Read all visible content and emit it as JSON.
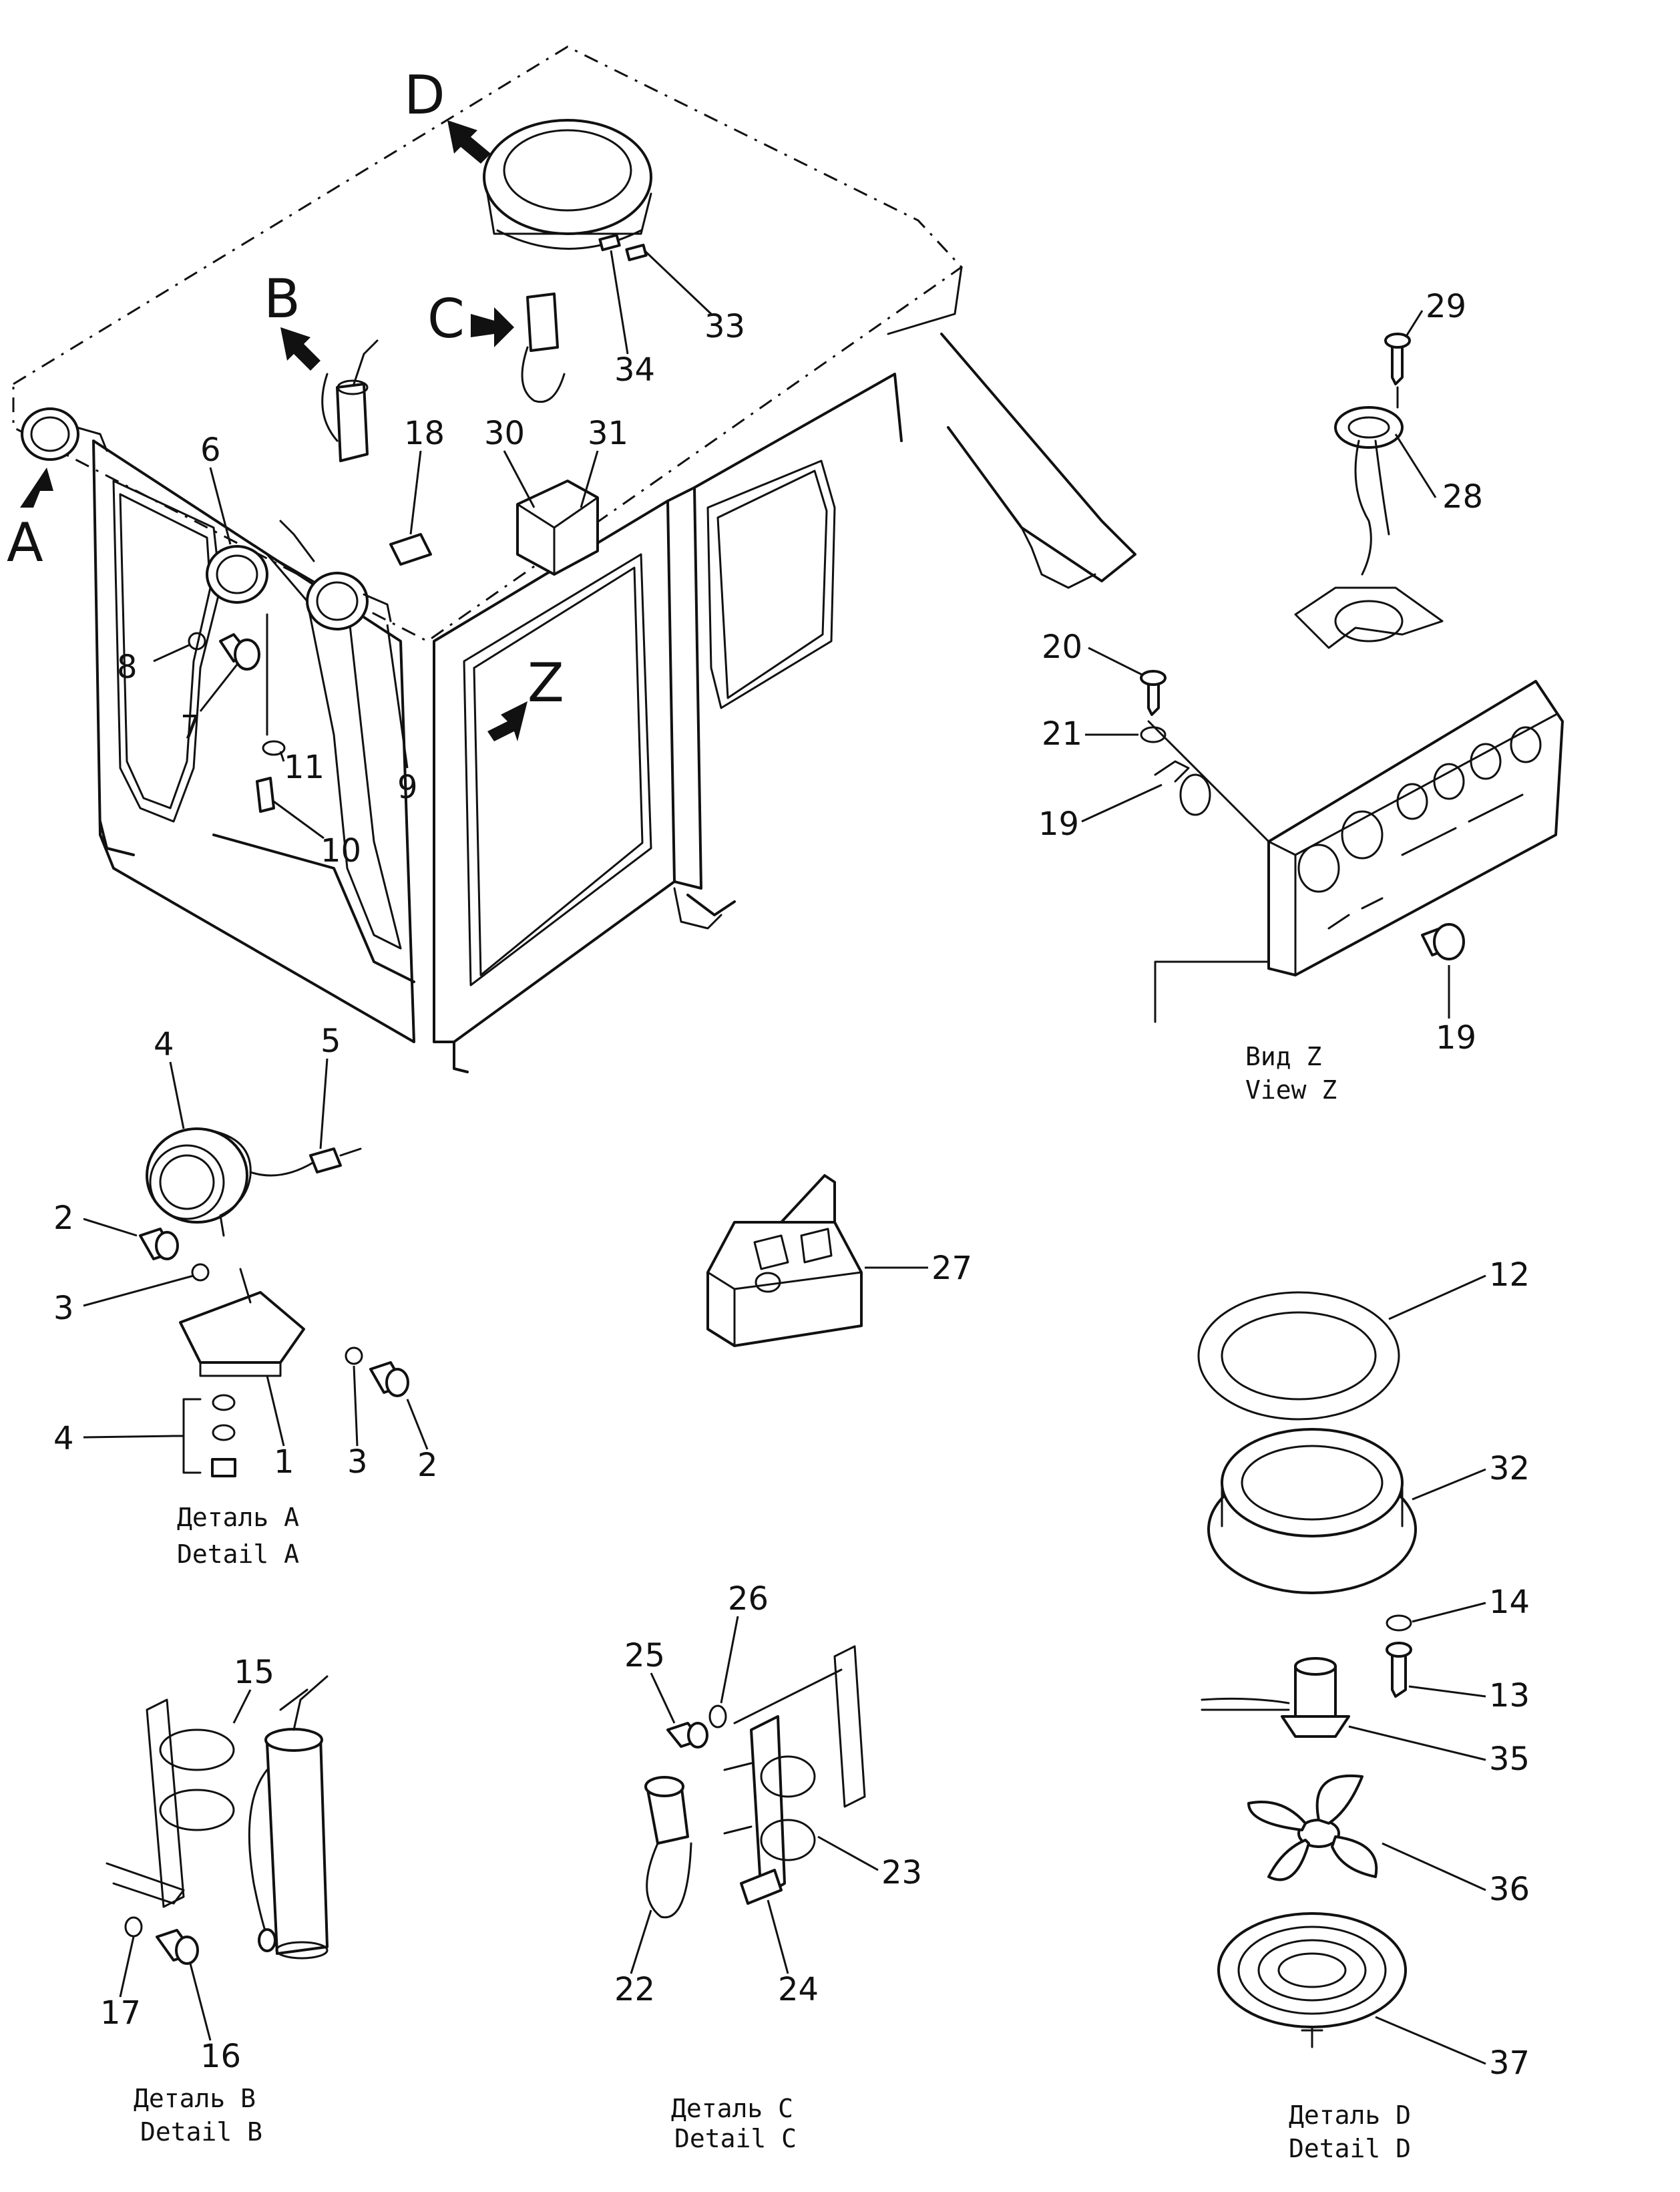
{
  "letters": {
    "A": "A",
    "B": "B",
    "C": "C",
    "D": "D",
    "Z": "Z"
  },
  "callouts": {
    "n1": "1",
    "n2": "2",
    "n2b": "2",
    "n3": "3",
    "n3b": "3",
    "n4": "4",
    "n4b": "4",
    "n5": "5",
    "n6": "6",
    "n7": "7",
    "n8": "8",
    "n9": "9",
    "n10": "10",
    "n11": "11",
    "n12": "12",
    "n13": "13",
    "n14": "14",
    "n15": "15",
    "n16": "16",
    "n17": "17",
    "n18": "18",
    "n19": "19",
    "n19b": "19",
    "n20": "20",
    "n21": "21",
    "n22": "22",
    "n23": "23",
    "n24": "24",
    "n25": "25",
    "n26": "26",
    "n27": "27",
    "n28": "28",
    "n29": "29",
    "n30": "30",
    "n31": "31",
    "n32": "32",
    "n33": "33",
    "n34": "34",
    "n35": "35",
    "n36": "36",
    "n37": "37"
  },
  "captions": {
    "view_z_ru": "Вид  Z",
    "view_z_en": "View Z",
    "detail_a_ru": "Деталь A",
    "detail_a_en": "Detail A",
    "detail_b_ru": "Деталь B",
    "detail_b_en": "Detail B",
    "detail_c_ru": "Деталь C",
    "detail_c_en": "Detail C",
    "detail_d_ru": "Деталь D",
    "detail_d_en": "Detail D"
  }
}
